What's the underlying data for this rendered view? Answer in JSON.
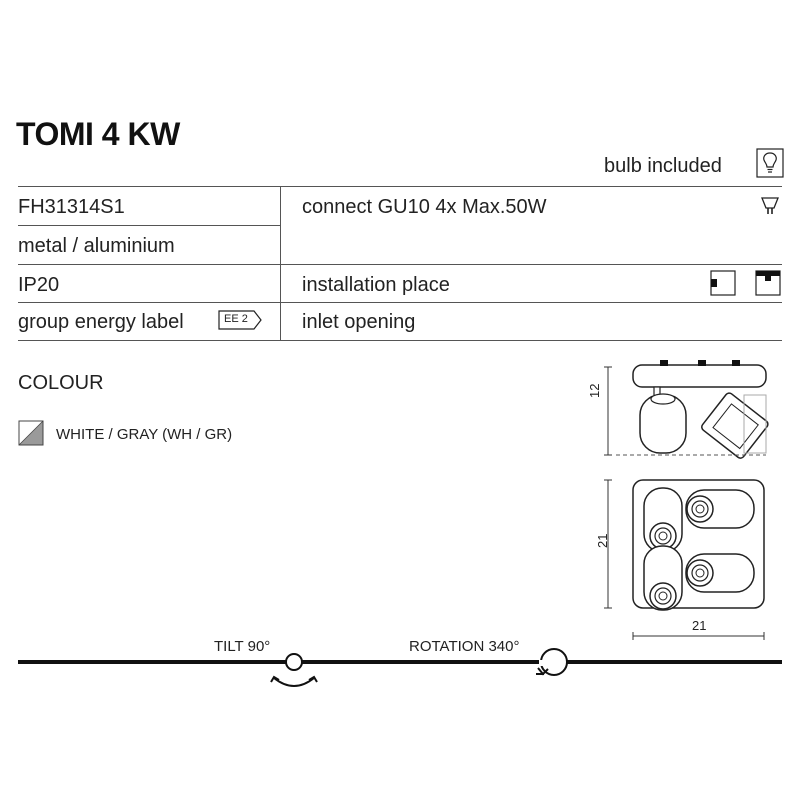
{
  "product": {
    "title": "TOMI 4 KW",
    "bulb_label": "bulb included"
  },
  "spec_table": {
    "code": "FH31314S1",
    "material": "metal / aluminium",
    "protection": "IP20",
    "energy_label": "group energy label",
    "energy_badge": "EE 2",
    "connect": "connect GU10 4x Max.50W",
    "installation": "installation place",
    "inlet": "inlet opening"
  },
  "colour": {
    "title": "COLOUR",
    "options": [
      {
        "label": "WHITE / GRAY (WH / GR)",
        "swatch_colors": [
          "#ffffff",
          "#9a9a9a"
        ]
      }
    ]
  },
  "dimensions": {
    "side_height": "12",
    "top_height": "21",
    "top_width": "21"
  },
  "features": {
    "tilt": "TILT 90°",
    "rotation": "ROTATION 340°"
  },
  "icons": [
    "bulb-icon",
    "gu10-icon",
    "wall-mount-icon",
    "ceiling-mount-icon",
    "energy-label-icon",
    "tilt-icon",
    "rotation-icon"
  ]
}
